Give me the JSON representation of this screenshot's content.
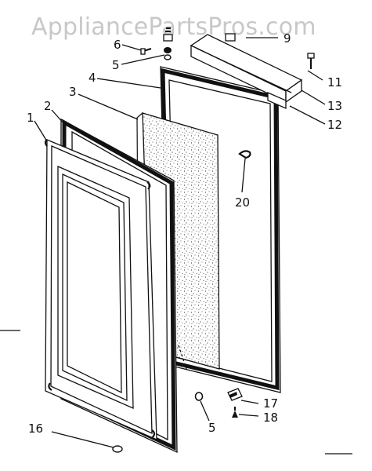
{
  "watermark": "AppliancePartsPros.com",
  "callouts": {
    "c1": "1",
    "c2": "2",
    "c3": "3",
    "c4": "4",
    "c5a": "5",
    "c5b": "5",
    "c6": "6",
    "c9": "9",
    "c11": "11",
    "c12": "12",
    "c13": "13",
    "c16": "16",
    "c17": "17",
    "c18": "18",
    "c20": "20"
  }
}
